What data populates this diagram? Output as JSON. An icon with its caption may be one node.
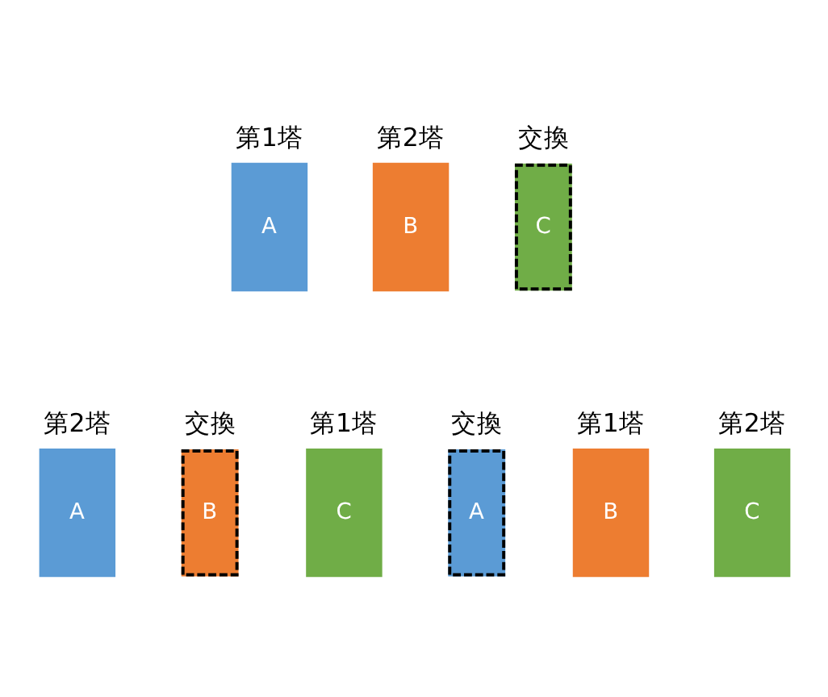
{
  "diagram": {
    "nodes": [
      {
        "text": [
          "第1塔",
          "A"
        ]
      },
      {
        "text": [
          "第2塔",
          "B"
        ]
      },
      {
        "text": [
          "交換",
          "C"
        ]
      },
      {
        "text": [
          "第2塔",
          "A"
        ]
      },
      {
        "text": [
          "交換",
          "B"
        ]
      },
      {
        "text": [
          "第1塔",
          "C"
        ]
      },
      {
        "text": [
          "交換",
          "A"
        ]
      },
      {
        "text": [
          "第1塔",
          "B"
        ]
      },
      {
        "text": [
          "第2塔",
          "C"
        ]
      }
    ]
  }
}
